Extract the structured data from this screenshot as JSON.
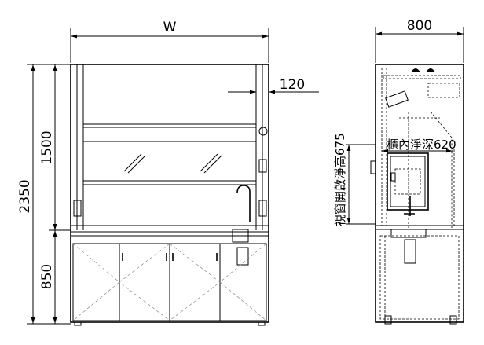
{
  "front_view": {
    "width_label": "W",
    "total_height": "2350",
    "upper_height": "1500",
    "lower_height": "850",
    "side_panel_width": "120"
  },
  "side_view": {
    "depth": "800",
    "inner_depth_label": "櫃內淨深620",
    "sash_opening_label": "視窗開啟淨高675"
  }
}
